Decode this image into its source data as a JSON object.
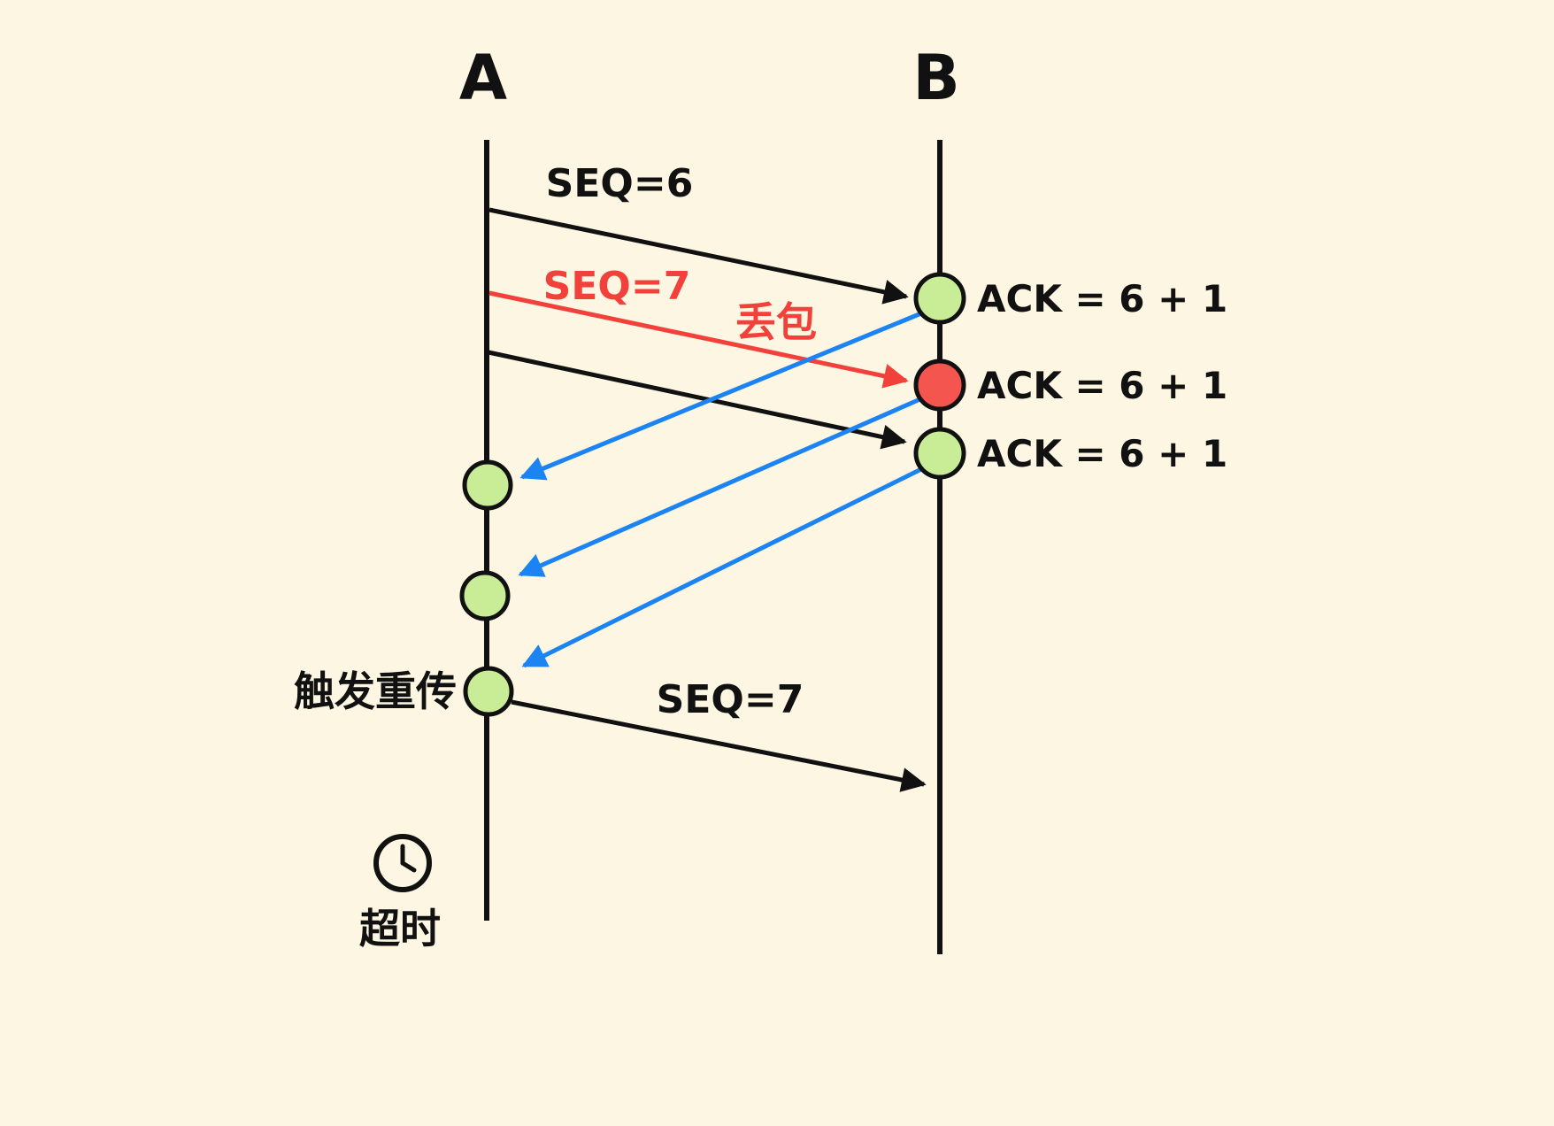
{
  "diagram": {
    "title_a": "A",
    "title_b": "B",
    "colors": {
      "background": "#FDF6E2",
      "line_black": "#111111",
      "arrow_red": "#F2403A",
      "arrow_blue": "#1B84F2",
      "received_fill": "#C9EC96",
      "lost_fill": "#F4554F"
    },
    "messages": {
      "seq6_label": "SEQ=6",
      "seq7_lost_label": "SEQ=7",
      "packet_loss_label": "丢包",
      "seq7_retransmit_label": "SEQ=7"
    },
    "acks": [
      {
        "label": "ACK = 6 + 1"
      },
      {
        "label": "ACK = 6 + 1"
      },
      {
        "label": "ACK = 6 + 1"
      }
    ],
    "annotations": {
      "trigger_retransmit": "触发重传",
      "timeout": "超时"
    }
  }
}
